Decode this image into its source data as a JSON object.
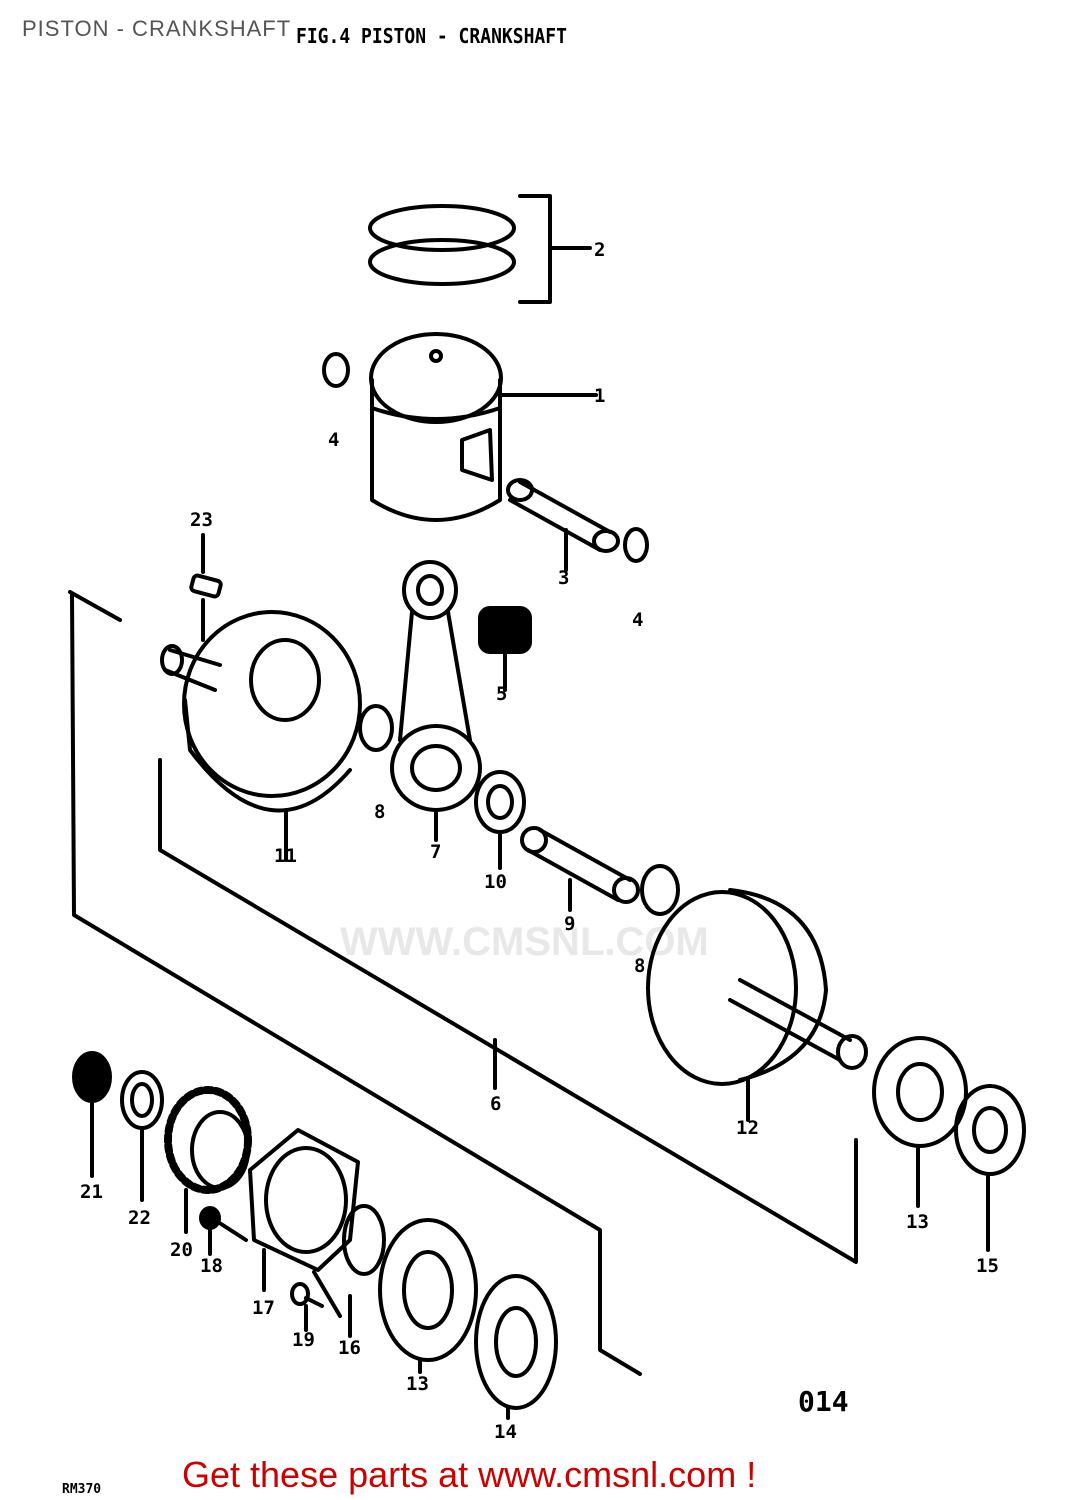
{
  "header": {
    "page_title": "PISTON - CRANKSHAFT",
    "fig_title": "FIG.4   PISTON - CRANKSHAFT"
  },
  "watermark": "WWW.CMSNL.COM",
  "page_code": "014",
  "ref_code": "RM370",
  "footer": "Get these parts at www.cmsnl.com !",
  "callouts": [
    "1",
    "2",
    "3",
    "4",
    "4",
    "5",
    "6",
    "7",
    "8",
    "8",
    "9",
    "10",
    "11",
    "12",
    "13",
    "13",
    "14",
    "15",
    "16",
    "17",
    "18",
    "19",
    "20",
    "21",
    "22",
    "23"
  ]
}
